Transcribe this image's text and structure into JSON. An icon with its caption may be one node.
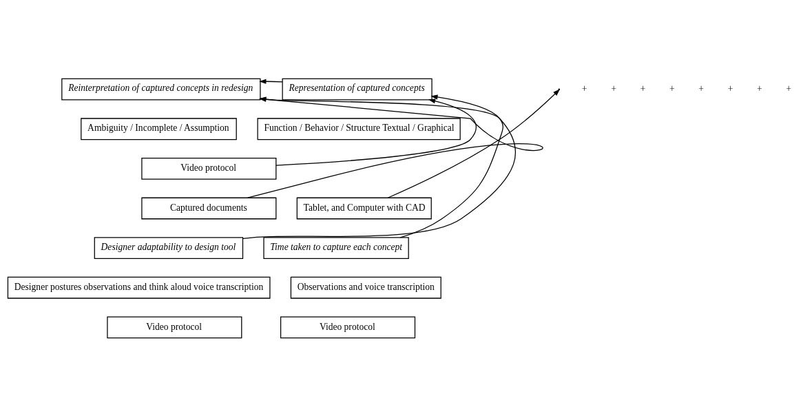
{
  "diagram": {
    "nodes": [
      {
        "text": [
          "Reinterpretation of captured concepts in redesign"
        ]
      },
      {
        "text": [
          "Representation of captured concepts"
        ]
      },
      {
        "text": [
          "Ambiguity / Incomplete / Assumption"
        ]
      },
      {
        "text": [
          "Function / Behavior / Structure Textual / Graphical"
        ]
      },
      {
        "text": [
          "Video protocol"
        ]
      },
      {
        "text": [
          "Captured documents"
        ]
      },
      {
        "text": [
          "Designer adaptability to design tool"
        ]
      },
      {
        "text": [
          "Time taken to capture each concept"
        ]
      },
      {
        "text": [
          "Designer postures observations and think aloud voice transcription"
        ]
      },
      {
        "text": [
          "Observations and voice transcription"
        ]
      },
      {
        "text": [
          "Video protocol"
        ]
      },
      {
        "text": [
          "Video protocol"
        ]
      },
      {
        "text": [
          "Tablet, and Computer with CAD"
        ]
      }
    ],
    "edges": [
      {
        "from": 1,
        "to": 0,
        "arrow": "to"
      },
      {
        "from": 4,
        "to": 1,
        "arrow": "to"
      },
      {
        "from": 5,
        "to": 0,
        "arrow": "to"
      },
      {
        "from": 6,
        "to": 0,
        "arrow": "to"
      },
      {
        "from": 7,
        "to": 1,
        "arrow": "to"
      },
      {
        "from": 12,
        "to": null,
        "arrow": "to"
      }
    ],
    "labels": [
      "+",
      "+",
      "+",
      "+",
      "+",
      "+",
      "+",
      "+"
    ]
  }
}
